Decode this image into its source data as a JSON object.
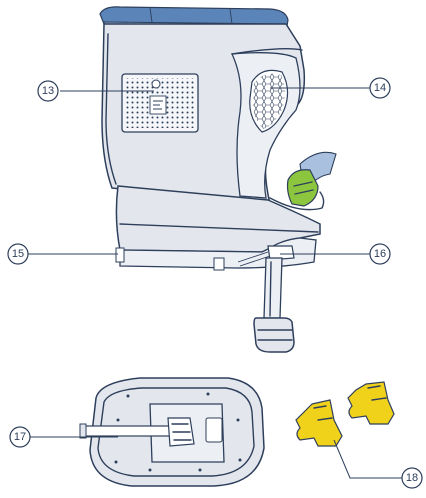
{
  "callouts": {
    "c13": "13",
    "c14": "14",
    "c15": "15",
    "c16": "16",
    "c17": "17",
    "c18": "18"
  },
  "colors": {
    "outline": "#2e3f5c",
    "shell": "#e3e7ed",
    "headrest_blue": "#5b84b8",
    "harness_green": "#8cc63f",
    "clip_yellow": "#f1d21a"
  }
}
